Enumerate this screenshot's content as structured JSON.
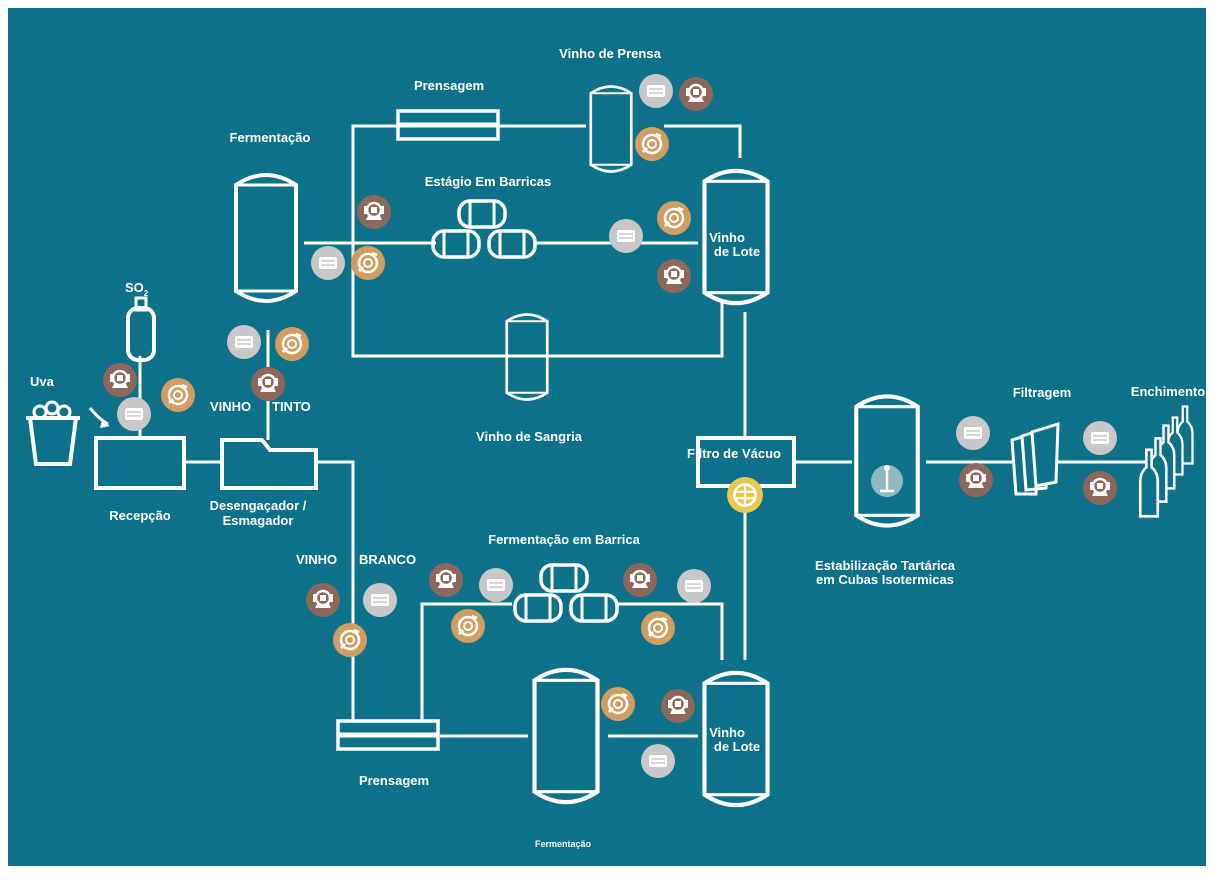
{
  "colors": {
    "background": "#0d7289",
    "line": "#ffffff",
    "badge_grey": "#c8c8c8",
    "badge_brown": "#8c675a",
    "badge_orange": "#d19d61",
    "badge_yellow": "#e9c94b"
  },
  "icons": {
    "grey": "cooling-unit-icon",
    "brown": "pump-icon",
    "orange": "hose-reel-icon",
    "yellow": "filter-disc-icon",
    "stabilization": "thermometer-icon"
  },
  "labels": {
    "uva": "Uva",
    "so2": "SO",
    "so2_sub": "2",
    "recepcao": "Recepção",
    "desengacador_1": "Desengaçador /",
    "desengacador_2": "Esmagador",
    "vinho_tinto_a": "VINHO",
    "vinho_tinto_b": "TINTO",
    "vinho_branco_a": "VINHO",
    "vinho_branco_b": "BRANCO",
    "fermentacao_top": "Fermentação",
    "prensagem_top": "Prensagem",
    "vinho_de_prensa": "Vinho de Prensa",
    "estagio_em_barricas": "Estágio Em Barricas",
    "vinho_lote_top_1": "Vinho",
    "vinho_lote_top_2": "de Lote",
    "vinho_de_sangria": "Vinho de Sangria",
    "filtro_de_vacuo": "Filtro de Vácuo",
    "estabilizacao_1": "Estabilização Tartárica",
    "estabilizacao_2": "em Cubas Isotermicas",
    "filtragem": "Filtragem",
    "enchimento": "Enchimento",
    "fermentacao_em_barrica": "Fermentação em Barrica",
    "prensagem_bottom": "Prensagem",
    "fermentacao_bottom": "Fermentação",
    "vinho_lote_bottom_1": "Vinho",
    "vinho_lote_bottom_2": "de Lote"
  }
}
